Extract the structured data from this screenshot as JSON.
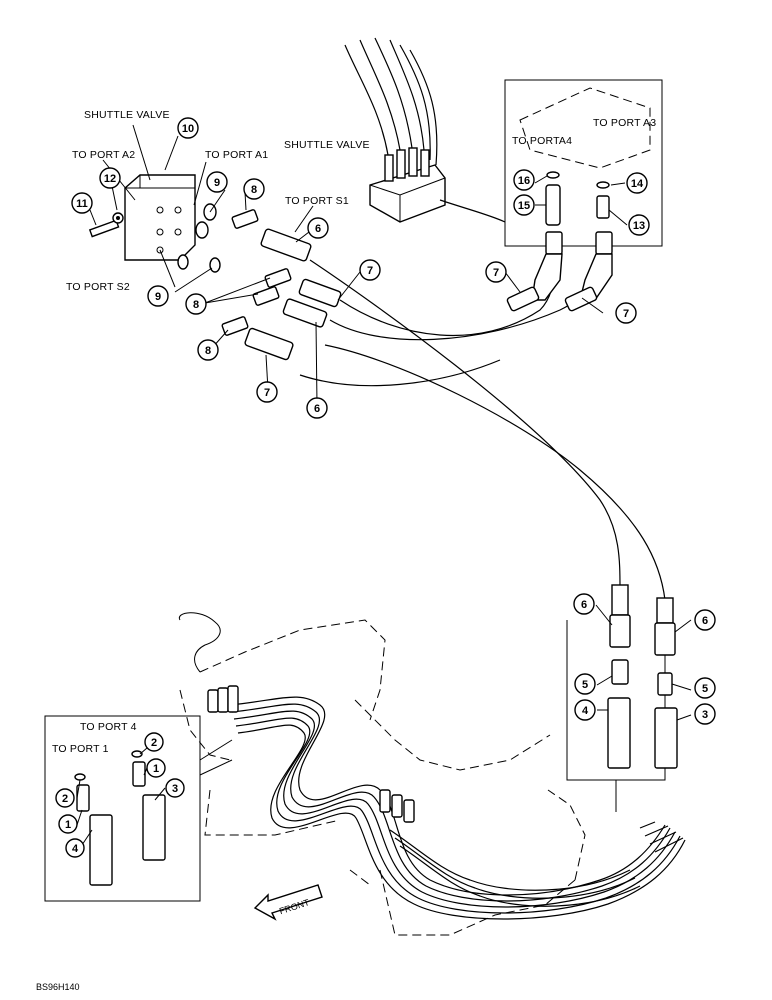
{
  "labels": {
    "shuttle_valve_left": "SHUTTLE VALVE",
    "shuttle_valve_right": "SHUTTLE VALVE",
    "to_port_a2": "TO PORT A2",
    "to_port_a1": "TO PORT A1",
    "to_port_s1": "TO PORT S1",
    "to_port_s2": "TO PORT S2",
    "to_port_a4": "TO PORTA4",
    "to_port_a3": "TO PORT A3",
    "to_port_4": "TO PORT 4",
    "to_port_1": "TO PORT 1",
    "front": "FRONT",
    "figure_code": "BS96H140"
  },
  "callouts": {
    "c10": "10",
    "c11": "11",
    "c12": "12",
    "c9a": "9",
    "c9b": "9",
    "c8a": "8",
    "c8b": "8",
    "c8c": "8",
    "c6a": "6",
    "c6b": "6",
    "c7a": "7",
    "c7b": "7",
    "c7c": "7",
    "c7d": "7",
    "c16": "16",
    "c15": "15",
    "c14": "14",
    "c13": "13",
    "c6c": "6",
    "c6d": "6",
    "c5a": "5",
    "c5b": "5",
    "c4a": "4",
    "c3a": "3",
    "c2a": "2",
    "c2b": "2",
    "c1a": "1",
    "c1b": "1",
    "c3b": "3",
    "c4b": "4"
  }
}
